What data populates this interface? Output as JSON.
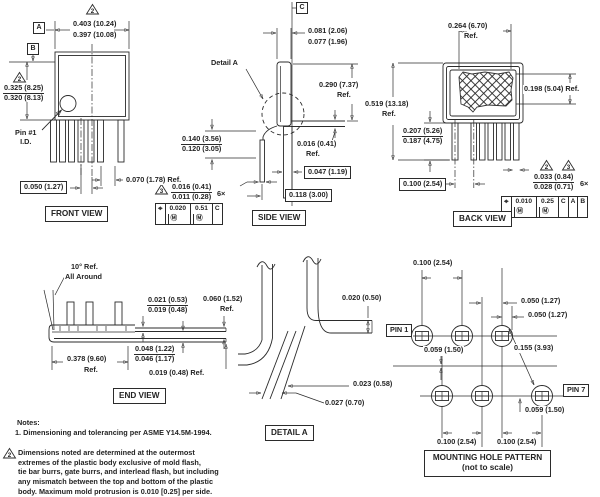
{
  "front_view": {
    "title": "FRONT VIEW",
    "flag_top": "2",
    "flag_left": "2",
    "datum_a": "A",
    "datum_b": "B",
    "width_max": "0.403 (10.24)",
    "width_min": "0.397 (10.08)",
    "height_max": "0.325 (8.25)",
    "height_min": "0.320 (8.13)",
    "pin1_label": "Pin #1\nI.D.",
    "lead_pitch": "0.070 (1.78) Ref.",
    "stagger_box": "0.050 (1.27)"
  },
  "side_view": {
    "title": "SIDE VIEW",
    "datum_c": "C",
    "thickness_max": "0.081 (2.06)",
    "thickness_min": "0.077 (1.96)",
    "detail_callout": "Detail A",
    "body_height": "0.290 (7.37)",
    "body_height_ref": "Ref.",
    "lead_length_max": "0.140 (3.56)",
    "lead_length_min": "0.120 (3.05)",
    "standoff": "0.016 (0.41)",
    "standoff_ref": "Ref.",
    "lead_width_box": "0.047 (1.19)",
    "span_box": "0.118 (3.00)",
    "flag": "3",
    "lead_thk_max": "0.016 (0.41)",
    "lead_thk_min": "0.011 (0.28)",
    "count": "6×",
    "fcf": {
      "sym": "⌖",
      "tol": "0.020",
      "m1": "Ⓜ",
      "tol_mm": "0.51",
      "m2": "Ⓜ",
      "d1": "C"
    }
  },
  "back_view": {
    "title": "BACK VIEW",
    "lid_width": "0.264 (6.70)",
    "lid_width_ref": "Ref.",
    "lid_height": "0.198 (5.04) Ref.",
    "total_height": "0.519 (13.18)",
    "total_height_ref": "Ref.",
    "pin_len_max": "0.207 (5.26)",
    "pin_len_min": "0.187 (4.75)",
    "pitch_box": "0.100 (2.54)",
    "flag_a": "2",
    "flag_b": "3",
    "lead_w_max": "0.033 (0.84)",
    "lead_w_min": "0.028 (0.71)",
    "count": "6×",
    "fcf": {
      "sym": "⌖",
      "tol": "0.010",
      "m1": "Ⓜ",
      "tol_mm": "0.25",
      "m2": "Ⓜ",
      "d1": "C",
      "d2": "A",
      "d3": "B"
    }
  },
  "end_view": {
    "title": "END VIEW",
    "draft": "10° Ref.",
    "draft2": "All Around",
    "lead_thk_max": "0.021 (0.53)",
    "lead_thk_min": "0.019 (0.48)",
    "gap": "0.060 (1.52)",
    "gap_ref": "Ref.",
    "base_max": "0.048 (1.22)",
    "base_min": "0.046 (1.17)",
    "length": "0.378 (9.60)",
    "length_ref": "Ref.",
    "tip": "0.019 (0.48) Ref."
  },
  "detail_a": {
    "title": "DETAIL A",
    "d_top": "0.020 (0.50)",
    "d_mid": "0.023 (0.58)",
    "d_bot": "0.027 (0.70)"
  },
  "mounting": {
    "title": "MOUNTING HOLE PATTERN",
    "subtitle": "(not to scale)",
    "pin1": "PIN 1",
    "pin7": "PIN 7",
    "pitch_top": "0.100 (2.54)",
    "offset1": "0.050 (1.27)",
    "offset2": "0.050 (1.27)",
    "row_offset1": "0.059 (1.50)",
    "row_offset2": "0.059 (1.50)",
    "diagonal": "0.155 (3.93)",
    "pitch_bot1": "0.100 (2.54)",
    "pitch_bot2": "0.100 (2.54)"
  },
  "notes": {
    "heading": "Notes:",
    "note1": "1. Dimensioning and tolerancing per ASME Y14.5M-1994.",
    "note2_flag": "2",
    "note2": "Dimensions noted are determined at the outermost\nextremes of the  plastic body exclusive of mold flash,\ntie bar burrs, gate burrs, and interlead flash, but including\nany mismatch between the top and bottom of the plastic\nbody. Maximum mold protrusion is 0.010 [0.25] per side."
  }
}
